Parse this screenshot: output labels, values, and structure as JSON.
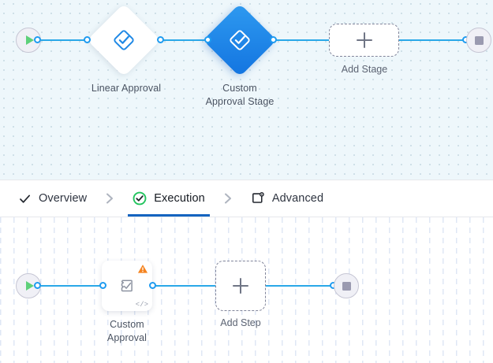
{
  "colors": {
    "edge": "#2aa8e8",
    "port": "#1e9bf0",
    "stage_active_blue": "#1374e0",
    "tab_active_underline": "#1464c0",
    "tab_check_green": "#22c45e",
    "warning_orange": "#f5831f",
    "start_green": "#5ed07a",
    "stop_gray": "#9a9ab0",
    "canvas_stage_bg": "#eef7fb",
    "canvas_step_bg": "#ffffff"
  },
  "stage_canvas": {
    "name": "stage-graph",
    "start_node": {
      "icon": "play-icon",
      "title": "Start"
    },
    "end_node": {
      "icon": "stop-icon",
      "title": "End"
    },
    "stages": [
      {
        "label": "Linear Approval",
        "icon": "approval-diamond-icon",
        "selected": false
      },
      {
        "label": "Custom\nApproval Stage",
        "icon": "approval-diamond-icon",
        "selected": true
      }
    ],
    "add_stage": {
      "label": "Add Stage",
      "icon": "plus-icon"
    }
  },
  "tabs": {
    "items": [
      {
        "label": "Overview",
        "icon": "check-icon",
        "active": false
      },
      {
        "label": "Execution",
        "icon": "check-circle-icon",
        "active": true
      },
      {
        "label": "Advanced",
        "icon": "box-gear-icon",
        "active": false
      }
    ],
    "separator": "chevron-right-icon"
  },
  "step_canvas": {
    "name": "step-graph",
    "start_node": {
      "icon": "play-icon",
      "title": "Start"
    },
    "end_node": {
      "icon": "stop-icon",
      "title": "End"
    },
    "steps": [
      {
        "label": "Custom\nApproval",
        "icon": "approval-task-icon",
        "badge": "warning-icon",
        "corner": "code-icon",
        "corner_text": "</>"
      }
    ],
    "add_step": {
      "label": "Add Step",
      "icon": "plus-icon"
    }
  }
}
